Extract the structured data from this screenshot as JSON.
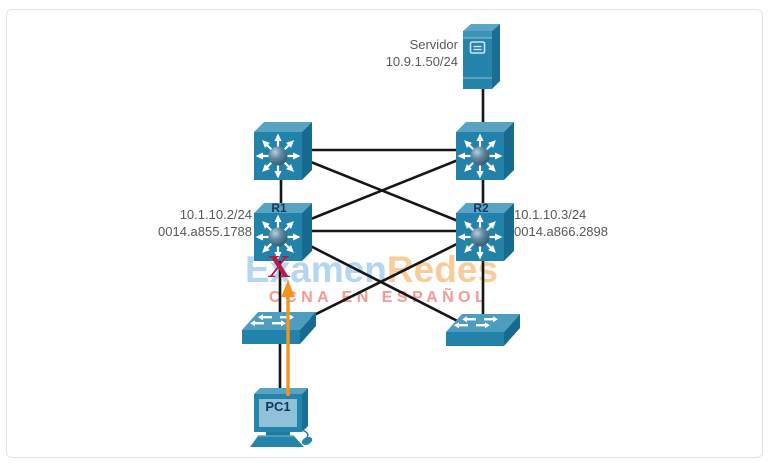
{
  "watermark": {
    "brand_first": "Examen",
    "brand_second": "Redes",
    "tagline": "CCNA EN ESPAÑOL"
  },
  "devices": [
    {
      "id": "server",
      "type": "server",
      "name": "Servidor",
      "address": "10.9.1.50/24"
    },
    {
      "id": "dsw1",
      "type": "multilayer-switch"
    },
    {
      "id": "dsw2",
      "type": "multilayer-switch"
    },
    {
      "id": "r1",
      "type": "multilayer-switch",
      "name": "R1",
      "address": "10.1.10.2/24",
      "mac": "0014.a855.1788"
    },
    {
      "id": "r2",
      "type": "multilayer-switch",
      "name": "R2",
      "address": "10.1.10.3/24",
      "mac": "0014.a866.2898"
    },
    {
      "id": "sw1",
      "type": "workgroup-switch"
    },
    {
      "id": "sw2",
      "type": "workgroup-switch"
    },
    {
      "id": "pc1",
      "type": "pc",
      "name": "PC1"
    }
  ],
  "links": [
    {
      "from": "server",
      "to": "dsw2",
      "status": "up"
    },
    {
      "from": "dsw1",
      "to": "dsw2",
      "status": "up"
    },
    {
      "from": "dsw1",
      "to": "r1",
      "status": "up"
    },
    {
      "from": "dsw1",
      "to": "r2",
      "status": "up"
    },
    {
      "from": "dsw2",
      "to": "r1",
      "status": "up"
    },
    {
      "from": "dsw2",
      "to": "r2",
      "status": "up"
    },
    {
      "from": "r1",
      "to": "r2",
      "status": "up"
    },
    {
      "from": "r1",
      "to": "sw1",
      "status": "failed"
    },
    {
      "from": "r1",
      "to": "sw2",
      "status": "up"
    },
    {
      "from": "r2",
      "to": "sw1",
      "status": "up"
    },
    {
      "from": "r2",
      "to": "sw2",
      "status": "up"
    },
    {
      "from": "sw1",
      "to": "pc1",
      "status": "up"
    }
  ],
  "failure": {
    "mark": "X",
    "on_link": "r1-sw1"
  },
  "traffic": {
    "from": "pc1",
    "toward": "r1",
    "direction": "up"
  },
  "colors": {
    "device_front": "#2382a9",
    "device_top": "#57a4c2",
    "device_side": "#186b8f",
    "link_black": "#161616",
    "failure_red": "#bc1745",
    "traffic_orange": "#f6921e",
    "label_gray": "#58595b",
    "watermark_blue": "#b5d6f0",
    "watermark_orange": "#f8cc9b",
    "watermark_red": "#f49a92"
  }
}
